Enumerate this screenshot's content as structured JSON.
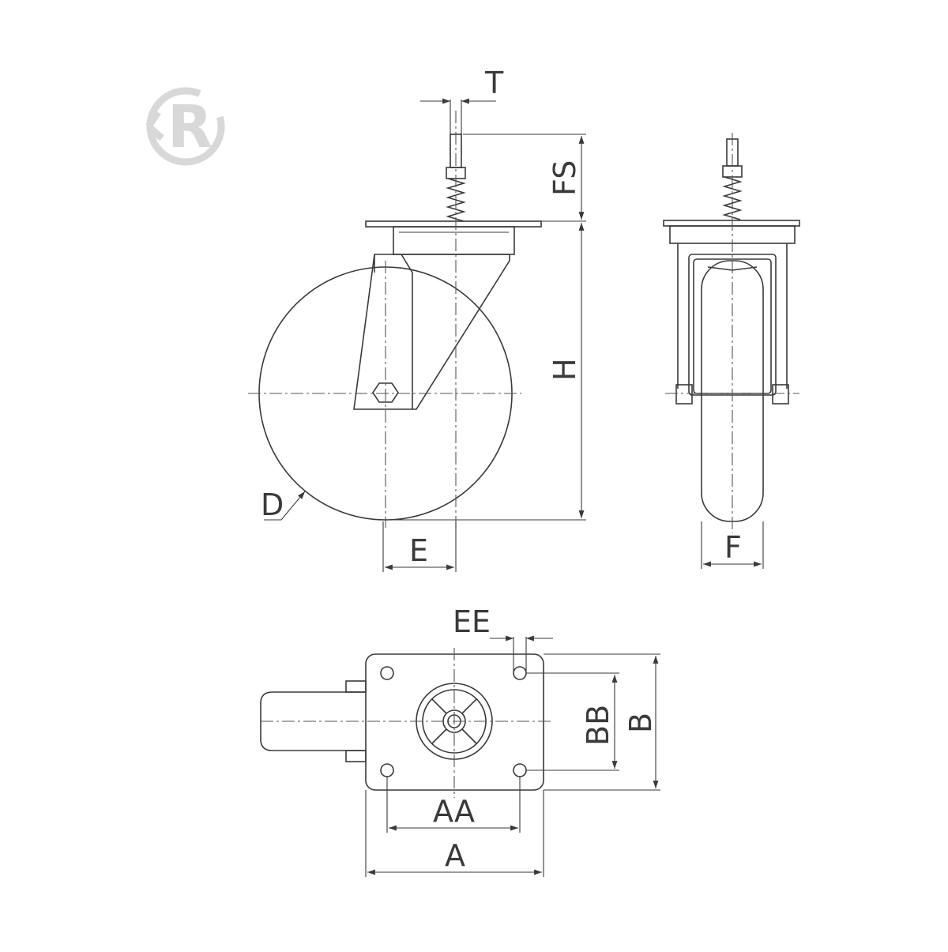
{
  "logo": {
    "letter": "R",
    "color": "#d8d8d8",
    "icon": "logo-r-icon"
  },
  "labels": {
    "T": "T",
    "FS": "FS",
    "H": "H",
    "D": "D",
    "E": "E",
    "F": "F",
    "EE": "EE",
    "BB": "BB",
    "B": "B",
    "AA": "AA",
    "A": "A"
  },
  "colors": {
    "line": "#3a3a3a",
    "background": "#ffffff"
  }
}
